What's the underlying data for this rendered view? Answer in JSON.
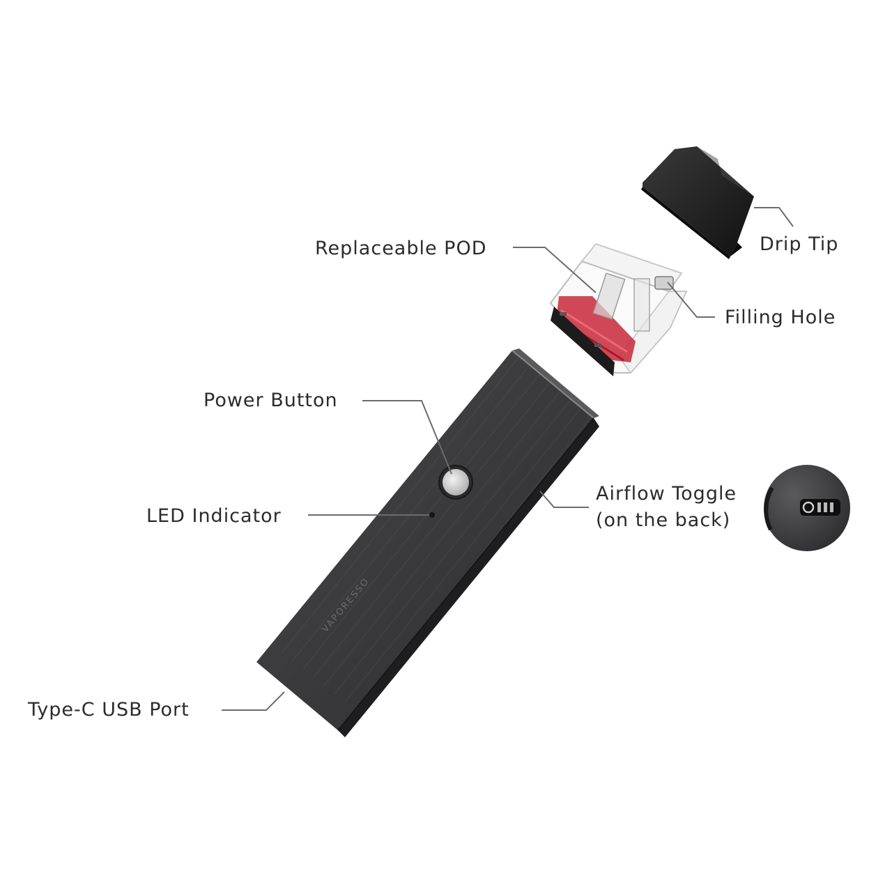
{
  "labels": {
    "drip_tip": "Drip Tip",
    "replaceable_pod": "Replaceable POD",
    "filling_hole": "Filling Hole",
    "power_button": "Power Button",
    "led_indicator": "LED Indicator",
    "airflow_toggle_line1": "Airflow Toggle",
    "airflow_toggle_line2": "(on the back)",
    "usb_port": "Type-C USB Port"
  },
  "device_engraving": "VAPORESSO",
  "colors": {
    "body": "#3a3a3c",
    "pod_liquid": "#c8283a",
    "leader_line": "#6b6b6b",
    "text": "#2b2b2b"
  }
}
